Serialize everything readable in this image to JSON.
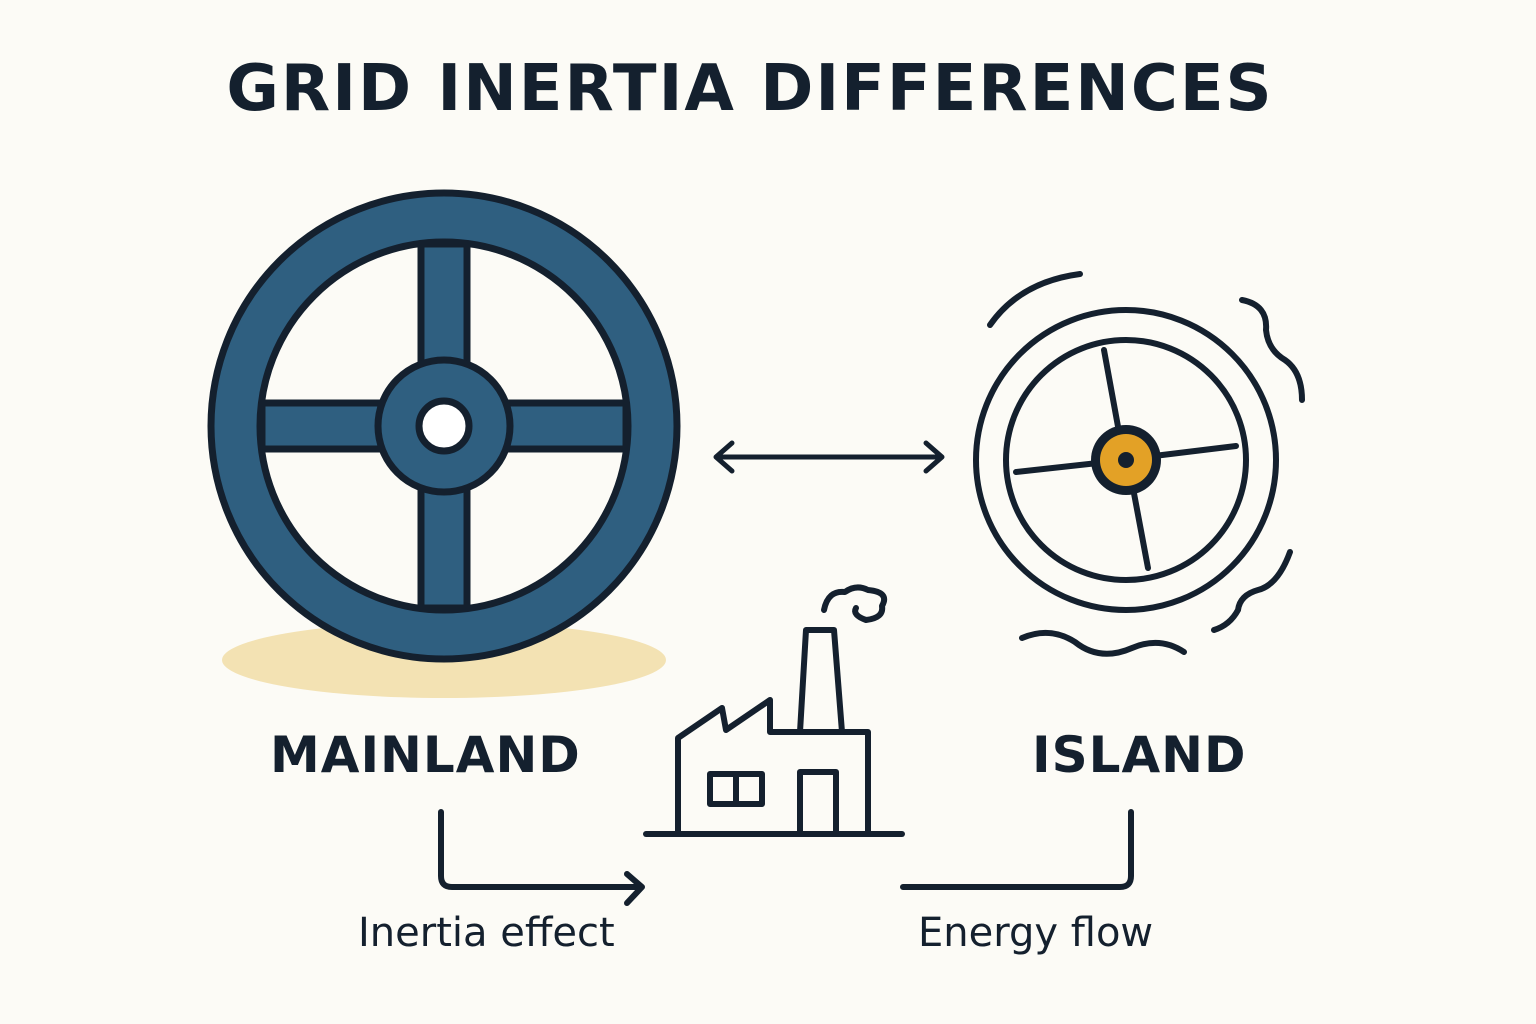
{
  "title": "GRID INERTIA DIFFERENCES",
  "labels": {
    "mainland": "MAINLAND",
    "island": "ISLAND"
  },
  "captions": {
    "inertia_effect": "Inertia effect",
    "energy_flow": "Energy flow"
  },
  "colors": {
    "background": "#fcfbf6",
    "ink": "#14202e",
    "mainland_wheel": "#2f5f80",
    "shadow": "#f3e2b3",
    "island_hub": "#e3a126"
  },
  "icons": {
    "large_wheel": "flywheel-icon",
    "small_wheel": "wobbling-flywheel-icon",
    "power_plant": "factory-icon",
    "comparison_arrow": "double-arrow-icon"
  }
}
